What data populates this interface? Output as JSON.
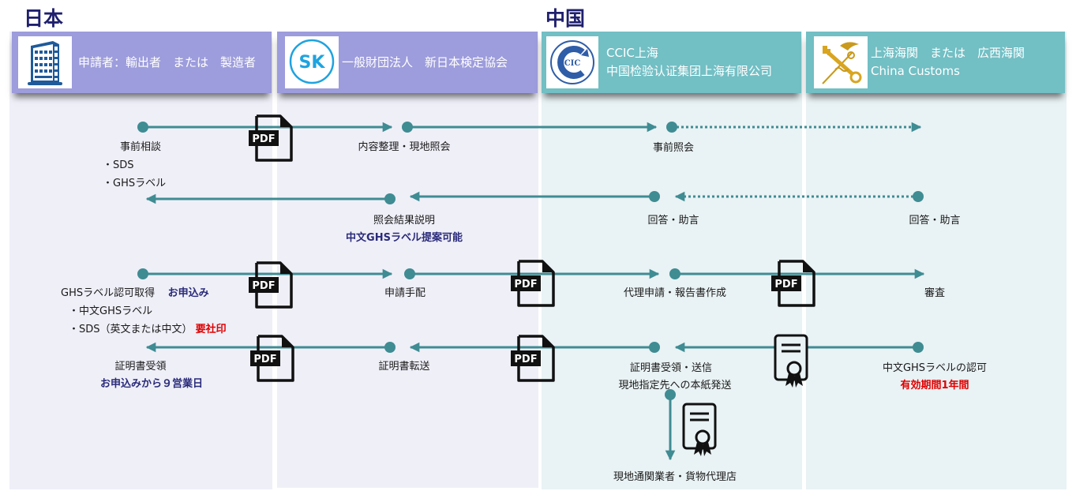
{
  "regions": {
    "japan": "日本",
    "china": "中国"
  },
  "lanes": [
    {
      "id": "applicant",
      "icon": "office-building-icon",
      "lines": [
        "申請者：輸出者　または　製造者"
      ],
      "color": "#9d9cdc"
    },
    {
      "id": "shinnihon",
      "icon": "sk-logo-icon",
      "lines": [
        "一般財団法人　新日本検定協会"
      ],
      "color": "#9d9cdc"
    },
    {
      "id": "ccic",
      "icon": "ccic-logo-icon",
      "lines": [
        "CCIC上海",
        "中国检验认证集团上海有限公司"
      ],
      "color": "#72bfc4"
    },
    {
      "id": "customs",
      "icon": "customs-emblem-icon",
      "lines": [
        "上海海関　または　広西海関",
        "China Customs"
      ],
      "color": "#72bfc4"
    }
  ],
  "colors": {
    "flow": "#3f8c93",
    "note_blue": "#2a2a7a",
    "note_red": "#e00000",
    "lane_jp": "#efeff8",
    "lane_cn": "#e9f2f4"
  },
  "steps": {
    "pre_consult": {
      "label": "事前相談",
      "items": [
        "・SDS",
        "・GHSラベル"
      ]
    },
    "organize": {
      "label": "内容整理・現地照会"
    },
    "pre_inquiry": {
      "label": "事前照会"
    },
    "result_explain": {
      "label": "照会結果説明",
      "note": "中文GHSラベル提案可能"
    },
    "answer_ccic": {
      "label": "回答・助言"
    },
    "answer_customs": {
      "label": "回答・助言"
    },
    "apply": {
      "label": "GHSラベル認可取得",
      "tag": "お申込み",
      "items": [
        "・中文GHSラベル",
        "・SDS（英文または中文）"
      ],
      "items_note": "要社印"
    },
    "arrange": {
      "label": "申請手配"
    },
    "proxy": {
      "label": "代理申請・報告書作成"
    },
    "review": {
      "label": "審査"
    },
    "cert_receive": {
      "label": "証明書受領",
      "note": "お申込みから９営業日"
    },
    "cert_forward": {
      "label": "証明書転送"
    },
    "cert_receive_send": {
      "label": "証明書受領・送信",
      "sub": "現地指定先への本紙発送"
    },
    "approval": {
      "label": "中文GHSラベルの認可",
      "note": "有効期間1年間"
    },
    "local_agent": {
      "label": "現地通関業者・貨物代理店"
    }
  },
  "icons": {
    "pdf_text": "PDF"
  }
}
